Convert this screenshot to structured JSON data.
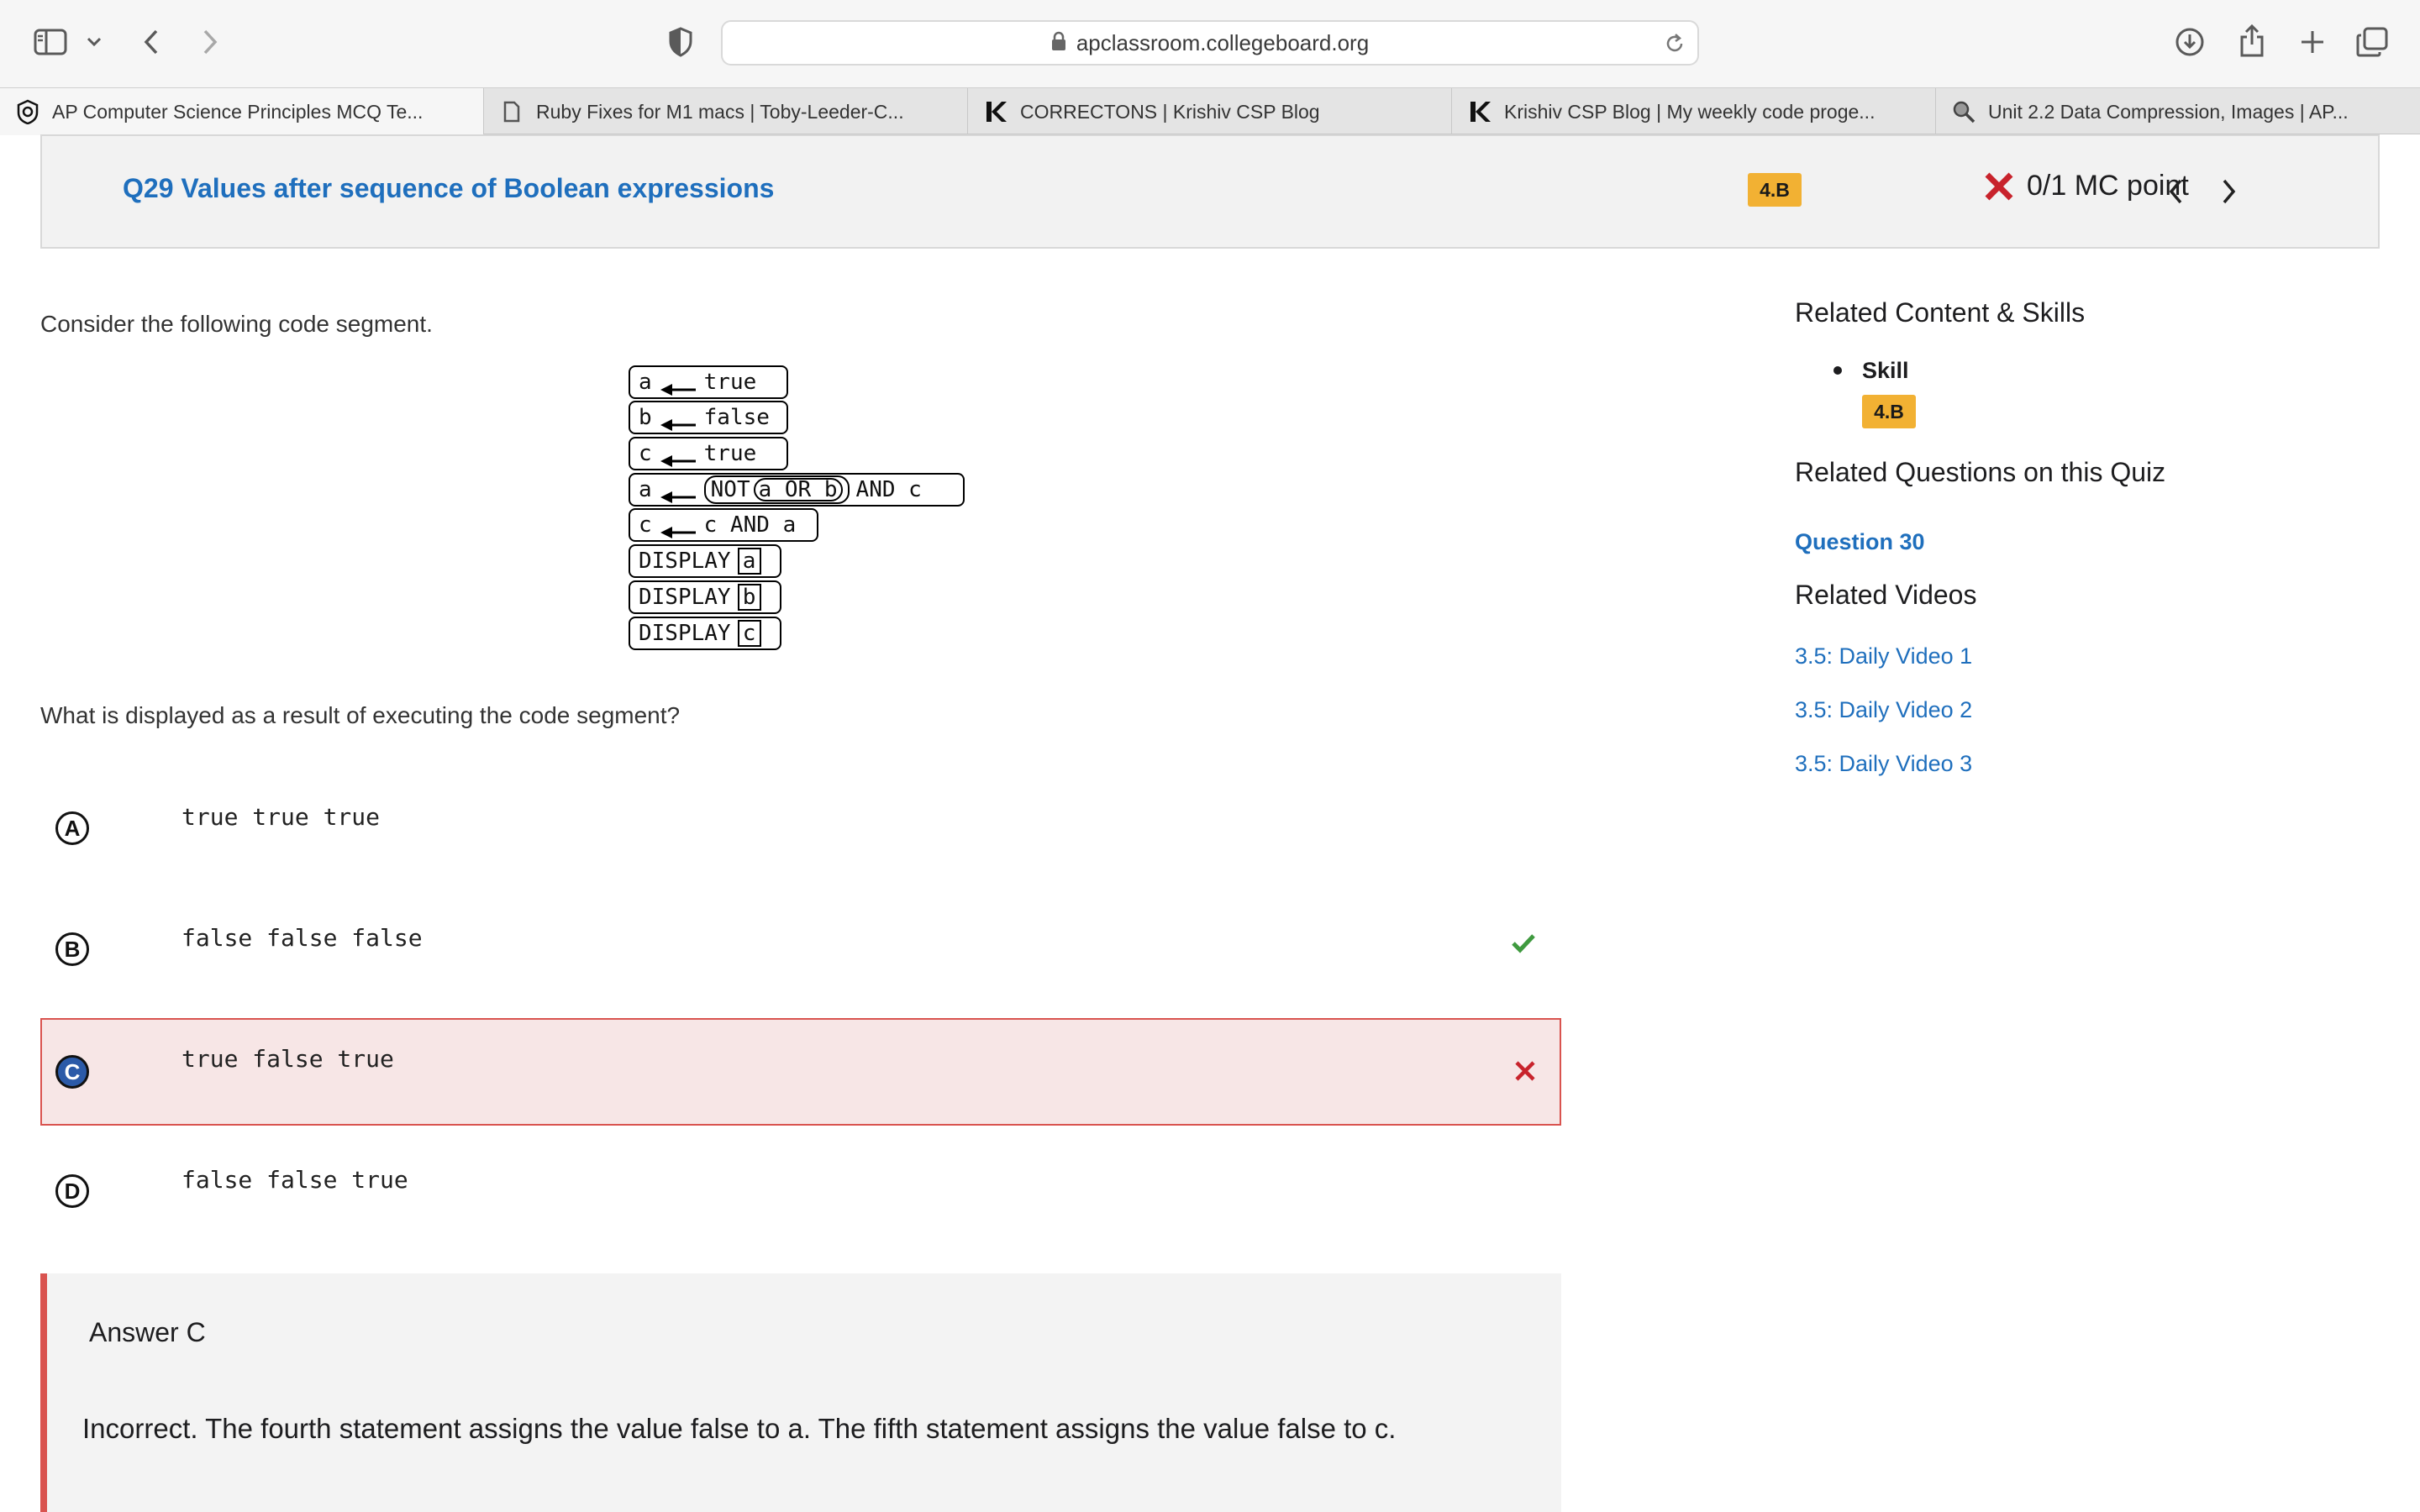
{
  "browser": {
    "url": "apclassroom.collegeboard.org",
    "icons": [
      "sidebar-icon",
      "chevron-down-icon",
      "back-icon",
      "forward-icon",
      "shield-icon",
      "reload-icon",
      "download-icon",
      "share-icon",
      "new-tab-icon",
      "tabs-overview-icon"
    ]
  },
  "tabs": [
    {
      "label": "AP Computer Science Principles MCQ Te...",
      "icon": "collegeboard-icon"
    },
    {
      "label": "Ruby Fixes for M1 macs | Toby-Leeder-C...",
      "icon": "page-icon"
    },
    {
      "label": "CORRECTONS | Krishiv CSP Blog",
      "icon": "k-logo-icon"
    },
    {
      "label": "Krishiv CSP Blog | My weekly code proge...",
      "icon": "k-logo-icon"
    },
    {
      "label": "Unit 2.2 Data Compression, Images | AP...",
      "icon": "magnifier-icon"
    }
  ],
  "question": {
    "title": "Q29 Values after sequence of Boolean expressions",
    "skill_badge": "4.B",
    "score": "0/1 MC point",
    "stem": "Consider the following code segment.",
    "prompt": "What is displayed as a result of executing the code segment?"
  },
  "code": {
    "lines": [
      {
        "var": "a",
        "value": "true"
      },
      {
        "var": "b",
        "value": "false"
      },
      {
        "var": "c",
        "value": "true"
      },
      {
        "var": "a",
        "not": "NOT",
        "inner": "a OR b",
        "rest": "AND c"
      },
      {
        "var": "c",
        "value": "c AND a"
      }
    ],
    "displays": [
      {
        "keyword": "DISPLAY",
        "arg": "a"
      },
      {
        "keyword": "DISPLAY",
        "arg": "b"
      },
      {
        "keyword": "DISPLAY",
        "arg": "c"
      }
    ]
  },
  "options": [
    {
      "letter": "A",
      "text": "true true true",
      "status": "none"
    },
    {
      "letter": "B",
      "text": "false false false",
      "status": "correct"
    },
    {
      "letter": "C",
      "text": "true false true",
      "status": "selected-wrong"
    },
    {
      "letter": "D",
      "text": "false false true",
      "status": "none"
    }
  ],
  "answer": {
    "heading": "Answer C",
    "explanation": "Incorrect. The fourth statement assigns the value false to a. The fifth statement assigns the value false to c."
  },
  "sidebar": {
    "related_content_heading": "Related Content & Skills",
    "skill_label": "Skill",
    "skill_badge": "4.B",
    "related_questions_heading": "Related Questions on this Quiz",
    "related_question": "Question 30",
    "related_videos_heading": "Related Videos",
    "videos": [
      "3.5: Daily Video 1",
      "3.5: Daily Video 2",
      "3.5: Daily Video 3"
    ]
  },
  "colors": {
    "link": "#1f6fbd",
    "badge": "#f2b133",
    "incorrect": "#c8232c",
    "correct": "#3f9a3f",
    "selected": "#2b5aa8"
  }
}
